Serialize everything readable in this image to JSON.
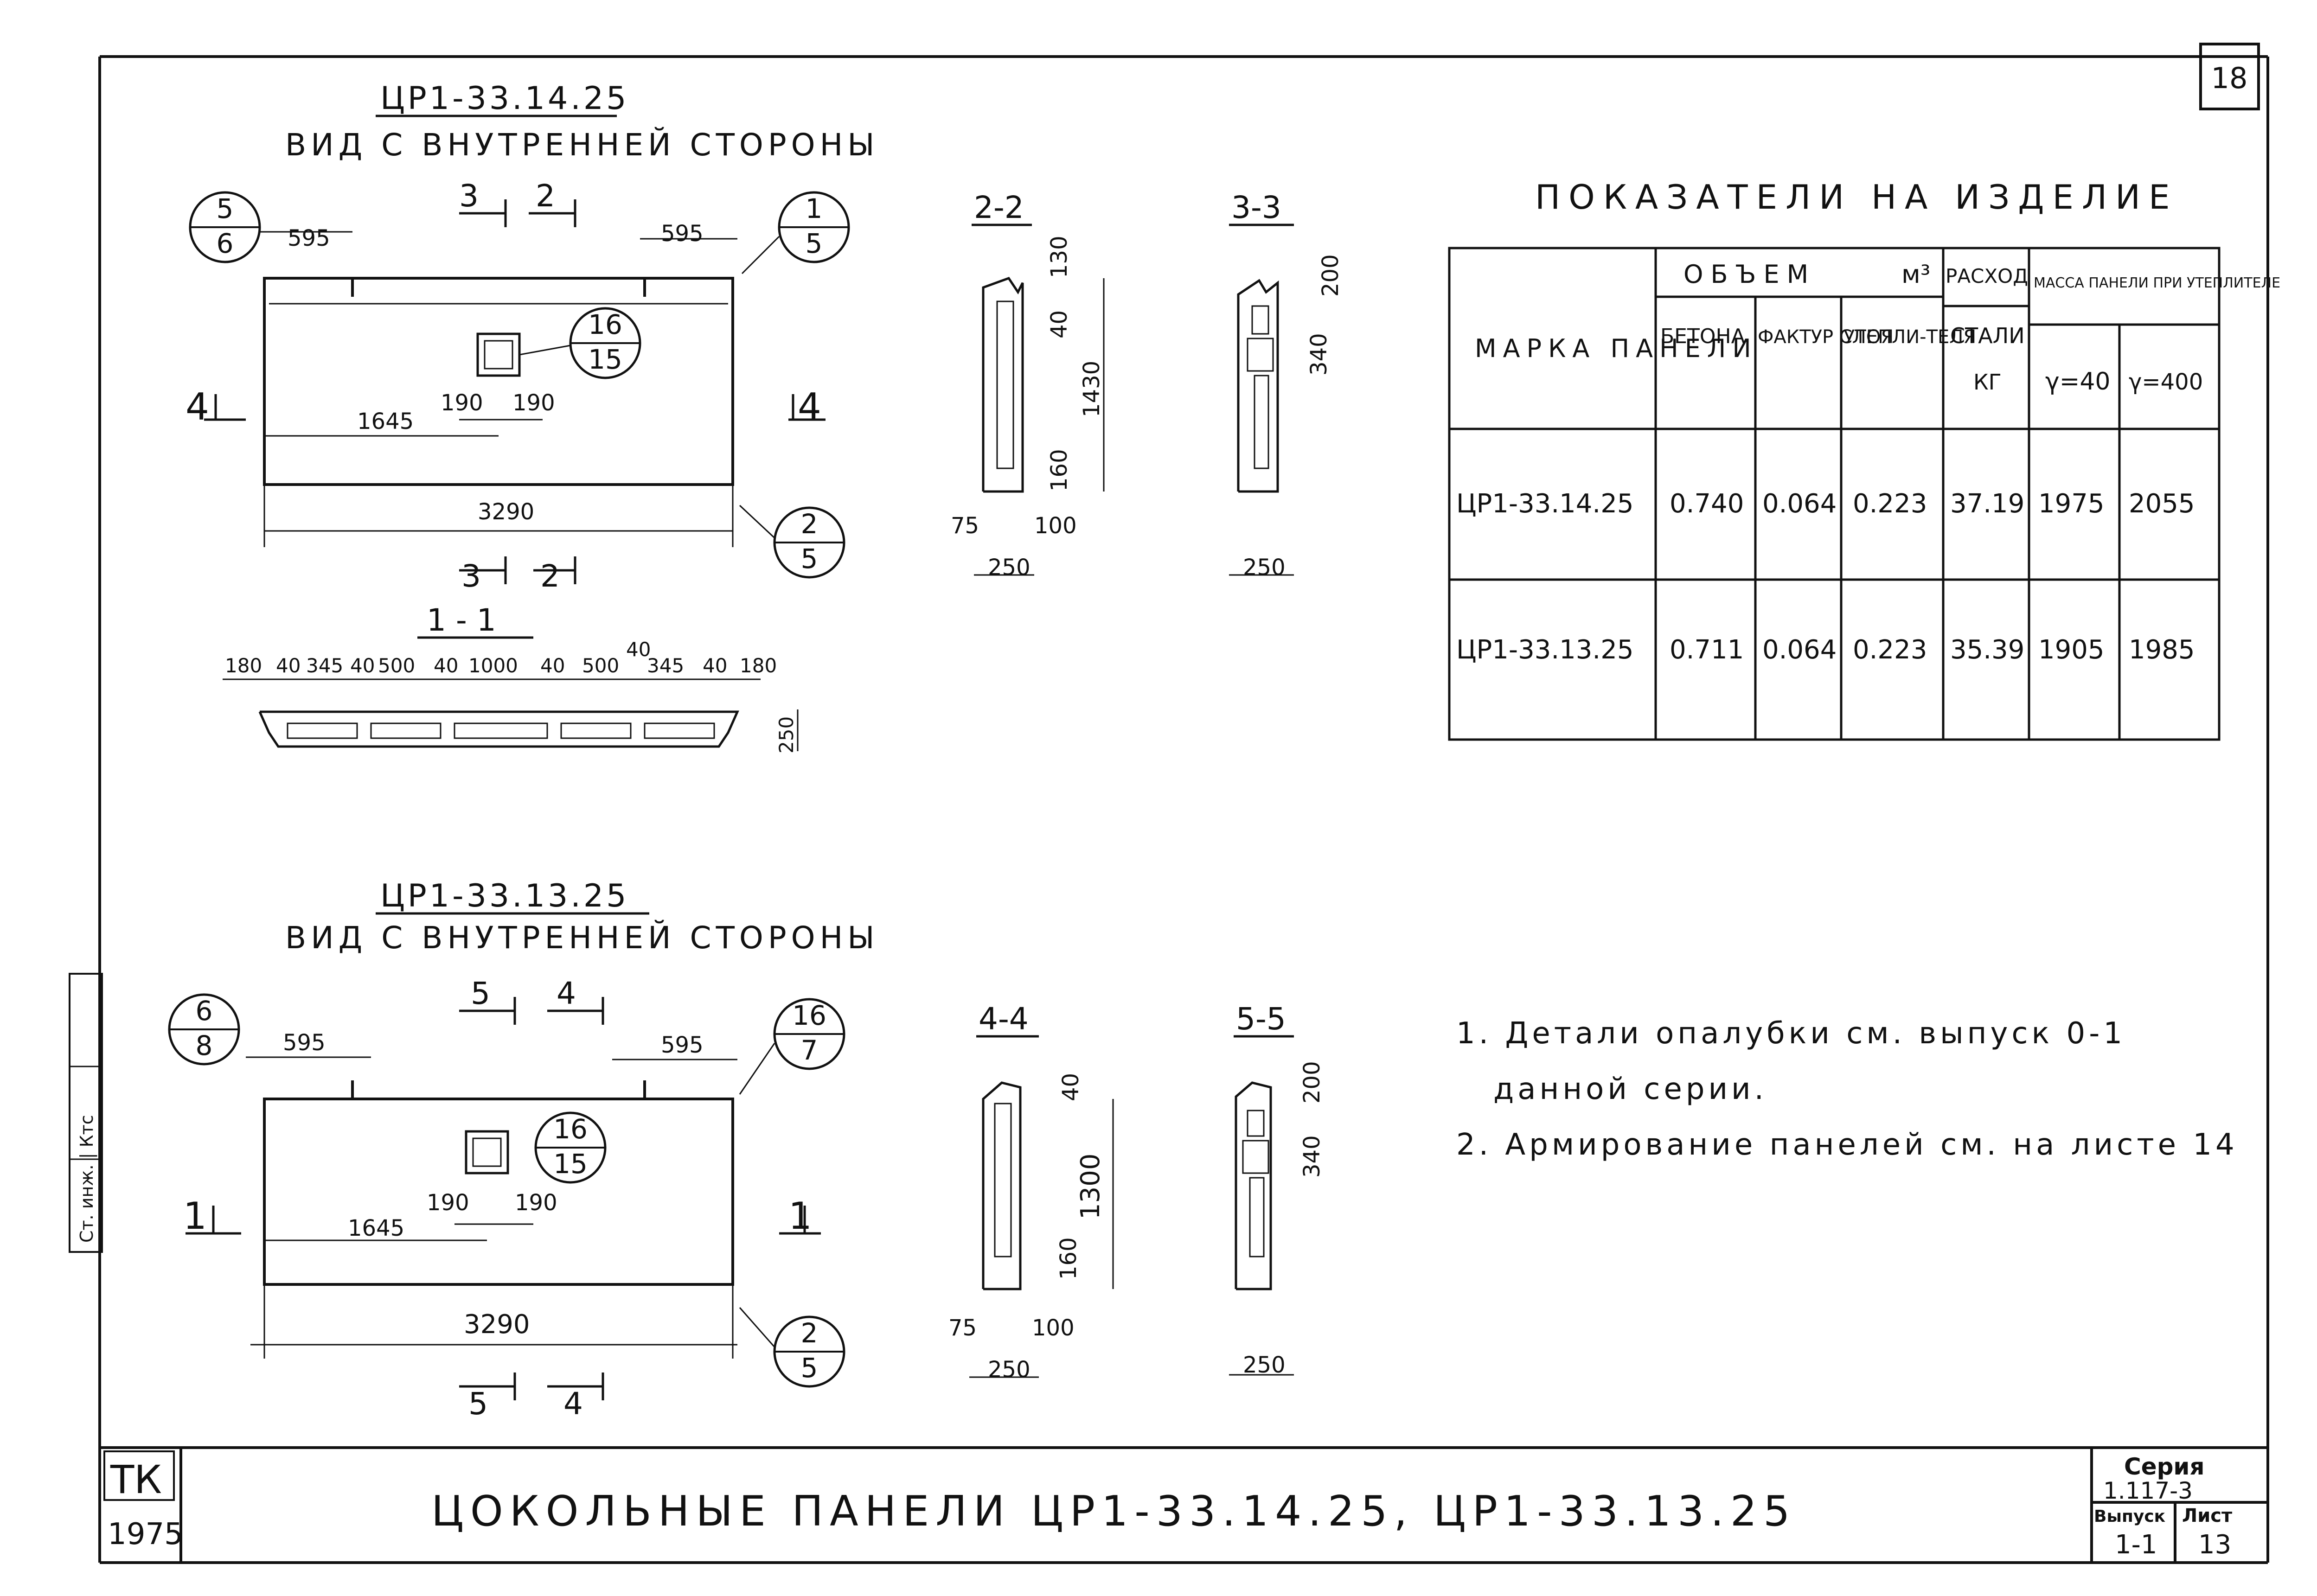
{
  "sheet": {
    "sheet_number": "18",
    "main_title": "ЦОКОЛЬНЫЕ ПАНЕЛИ ЦР1-33.14.25, ЦР1-33.13.25",
    "tk_label": "ТК",
    "tk_year": "1975",
    "series_label": "Серия",
    "series_value": "1.117-3",
    "issue_label": "Выпуск",
    "issue_value": "1-1",
    "list_label": "Лист",
    "list_value": "13",
    "side_stamp": "Ст. инж. | Ктс"
  },
  "panel1": {
    "mark": "ЦР1-33.14.25",
    "subtitle": "ВИД С ВНУТРЕННЕЙ СТОРОНЫ",
    "callout_left": {
      "top": "5",
      "bottom": "6"
    },
    "callout_right_top": {
      "top": "1",
      "bottom": "5"
    },
    "callout_window": {
      "top": "16",
      "bottom": "15"
    },
    "callout_right_bottom": {
      "top": "2",
      "bottom": "5"
    },
    "cut_top_a": "3",
    "cut_top_b": "2",
    "cut_bot_a": "3",
    "cut_bot_b": "2",
    "cut_side_left": "4",
    "cut_side_right": "4",
    "dim_595_left": "595",
    "dim_595_right": "595",
    "dim_1645": "1645",
    "dim_190a": "190",
    "dim_190b": "190",
    "dim_3290": "3290",
    "section_label": "1 - 1",
    "section_dims": [
      "180",
      "40",
      "345",
      "40",
      "500",
      "40",
      "1000",
      "40",
      "500",
      "40",
      "345",
      "40",
      "180"
    ],
    "section_height": "250"
  },
  "panel2": {
    "mark": "ЦР1-33.13.25",
    "subtitle": "ВИД С ВНУТРЕННЕЙ СТОРОНЫ",
    "callout_left": {
      "top": "6",
      "bottom": "8"
    },
    "callout_right_top": {
      "top": "16",
      "bottom": "7"
    },
    "callout_window": {
      "top": "16",
      "bottom": "15"
    },
    "callout_right_bottom": {
      "top": "2",
      "bottom": "5"
    },
    "cut_top_a": "5",
    "cut_top_b": "4",
    "cut_bot_a": "5",
    "cut_bot_b": "4",
    "cut_side_left": "1",
    "cut_side_right": "1",
    "dim_595_left": "595",
    "dim_595_right": "595",
    "dim_1645": "1645",
    "dim_190a": "190",
    "dim_190b": "190",
    "dim_3290": "3290"
  },
  "sections": {
    "s22": {
      "label": "2-2",
      "d130": "130",
      "d40": "40",
      "d1430": "1430",
      "d160": "160",
      "d75": "75",
      "d100": "100",
      "d250": "250"
    },
    "s33": {
      "label": "3-3",
      "d200": "200",
      "d340": "340",
      "d250": "250"
    },
    "s44": {
      "label": "4-4",
      "d40": "40",
      "d1300": "1300",
      "d160": "160",
      "d75": "75",
      "d100": "100",
      "d250": "250"
    },
    "s55": {
      "label": "5-5",
      "d200": "200",
      "d340": "340",
      "d250": "250"
    }
  },
  "table": {
    "title": "ПОКАЗАТЕЛИ НА ИЗДЕЛИЕ",
    "h_mark": "МАРКА ПАНЕЛИ",
    "h_volume": "ОБЪЕМ",
    "h_volume_unit": "м³",
    "h_concrete": "БЕТОНА",
    "h_facing": "ФАКТУР СЛОЯ",
    "h_insul": "УТЕПЛИ-ТЕЛЯ",
    "h_steel_top": "РАСХОД",
    "h_steel": "СТАЛИ",
    "h_steel_unit": "КГ",
    "h_mass": "МАССА ПАНЕЛИ ПРИ УТЕПЛИТЕЛЕ",
    "h_g40": "γ=40",
    "h_g400": "γ=400",
    "rows": [
      {
        "mark": "ЦР1-33.14.25",
        "concrete": "0.740",
        "facing": "0.064",
        "insul": "0.223",
        "steel": "37.19",
        "m40": "1975",
        "m400": "2055"
      },
      {
        "mark": "ЦР1-33.13.25",
        "concrete": "0.711",
        "facing": "0.064",
        "insul": "0.223",
        "steel": "35.39",
        "m40": "1905",
        "m400": "1985"
      }
    ]
  },
  "notes": {
    "n1_line1": "1. Детали опалубки см. выпуск 0-1",
    "n1_line2": "данной серии.",
    "n2": "2. Армирование панелей см. на листе 14"
  }
}
